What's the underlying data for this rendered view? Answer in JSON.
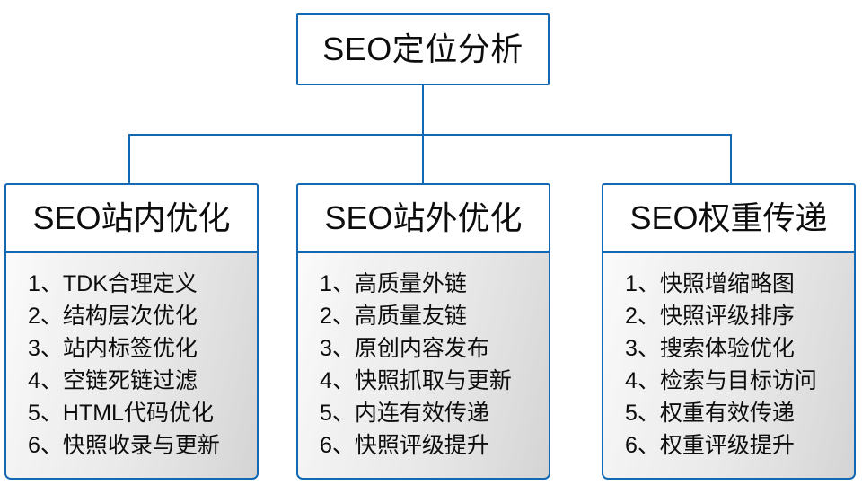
{
  "diagram": {
    "type": "org-chart",
    "accent_color": "#1268b3",
    "panel_gradient_from": "#fbfbfb",
    "panel_gradient_to": "#d4d4d4",
    "text_color": "#0d0d0d",
    "background": "#ffffff",
    "root": {
      "label": "SEO定位分析"
    },
    "branches": [
      {
        "title": "SEO站内优化",
        "items": [
          "1、TDK合理定义",
          "2、结构层次优化",
          "3、站内标签优化",
          "4、空链死链过滤",
          "5、HTML代码优化",
          "6、快照收录与更新"
        ]
      },
      {
        "title": "SEO站外优化",
        "items": [
          "1、高质量外链",
          "2、高质量友链",
          "3、原创内容发布",
          "4、快照抓取与更新",
          "5、内连有效传递",
          "6、快照评级提升"
        ]
      },
      {
        "title": "SEO权重传递",
        "items": [
          "1、快照增缩略图",
          "2、快照评级排序",
          "3、搜索体验优化",
          "4、检索与目标访问",
          "5、权重有效传递",
          "6、权重评级提升"
        ]
      }
    ]
  }
}
